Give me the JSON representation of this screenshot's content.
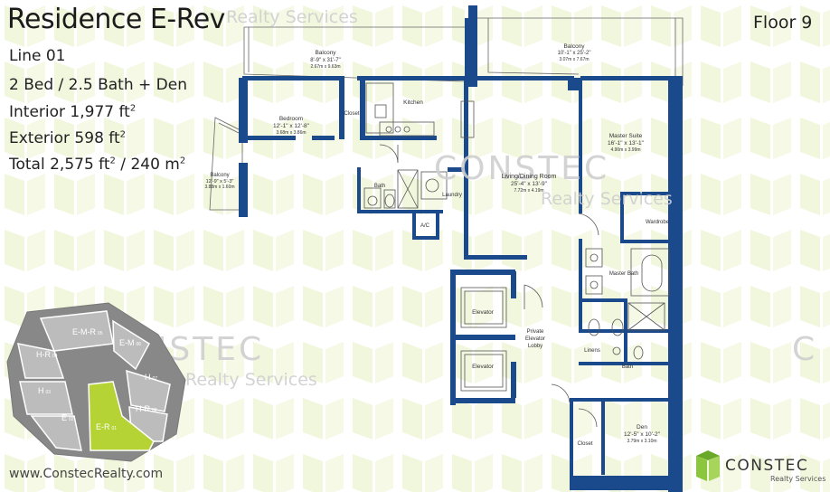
{
  "header": {
    "title": "Residence E-Rev",
    "floor": "Floor 9"
  },
  "specs": {
    "line": "Line 01",
    "beds": "2 Bed / 2.5 Bath + Den",
    "interior_label": "Interior 1,977 ft",
    "exterior_label": "Exterior 598 ft",
    "total_label": "Total 2,575 ft",
    "total_metric": " / 240 m",
    "sq": "2"
  },
  "footer": {
    "website": "www.ConstecRealty.com"
  },
  "watermark": {
    "brand": "CONSTEC",
    "sub": "Realty Services"
  },
  "logo": {
    "brand": "CONSTEC",
    "sub": "Realty Services"
  },
  "rooms": {
    "balcony_left": {
      "name": "Balcony",
      "dims": "12'-9\" x 5'-3\"",
      "metric": "3.88m x 1.60m"
    },
    "balcony_top": {
      "name": "Balcony",
      "dims": "8'-9\" x 31'-7\"",
      "metric": "2.67m x 9.63m"
    },
    "balcony_right": {
      "name": "Balcony",
      "dims": "10'-1\" x 25'-2\"",
      "metric": "3.07m x 7.67m"
    },
    "bedroom": {
      "name": "Bedroom",
      "dims": "12'-1\" x 12'-8\"",
      "metric": "3.68m x 3.86m"
    },
    "closet_1": {
      "name": "Closet"
    },
    "kitchen": {
      "name": "Kitchen"
    },
    "bath_1": {
      "name": "Bath"
    },
    "laundry": {
      "name": "Laundry"
    },
    "ac": {
      "name": "A/C"
    },
    "living": {
      "name": "Living/Dining Room",
      "dims": "25'-4\" x 13'-9\"",
      "metric": "7.72m x 4.19m"
    },
    "master": {
      "name": "Master Suite",
      "dims": "16'-1\" x 13'-1\"",
      "metric": "4.90m x 3.99m"
    },
    "wardrobe": {
      "name": "Wardrobe"
    },
    "master_bath": {
      "name": "Master Bath"
    },
    "elevator_1": {
      "name": "Elevator"
    },
    "elevator_2": {
      "name": "Elevator"
    },
    "lobby": {
      "name": "Private Elevator Lobby",
      "line1": "Private",
      "line2": "Elevator",
      "line3": "Lobby"
    },
    "linens": {
      "name": "Linens"
    },
    "bath_2": {
      "name": "Bath"
    },
    "den": {
      "name": "Den",
      "dims": "12'-5\" x 10'-2\"",
      "metric": "3.79m x 3.10m"
    },
    "closet_2": {
      "name": "Closet"
    }
  },
  "keyplan": {
    "units": [
      {
        "label": "E-M-R",
        "num": "05"
      },
      {
        "label": "E-M",
        "num": "06"
      },
      {
        "label": "H-R",
        "num": "04"
      },
      {
        "label": "H",
        "num": "07"
      },
      {
        "label": "H",
        "num": "03"
      },
      {
        "label": "H-R",
        "num": "08"
      },
      {
        "label": "E",
        "num": "02"
      },
      {
        "label": "E-R",
        "num": "01"
      }
    ]
  },
  "colors": {
    "wall": "#1a4a8c",
    "accent_green": "#8cc63f",
    "bg_green": "#eef5d6",
    "keyplan_gray": "#8a8a8a",
    "keyplan_highlight": "#b5d334",
    "watermark": "#cfcfcf"
  }
}
